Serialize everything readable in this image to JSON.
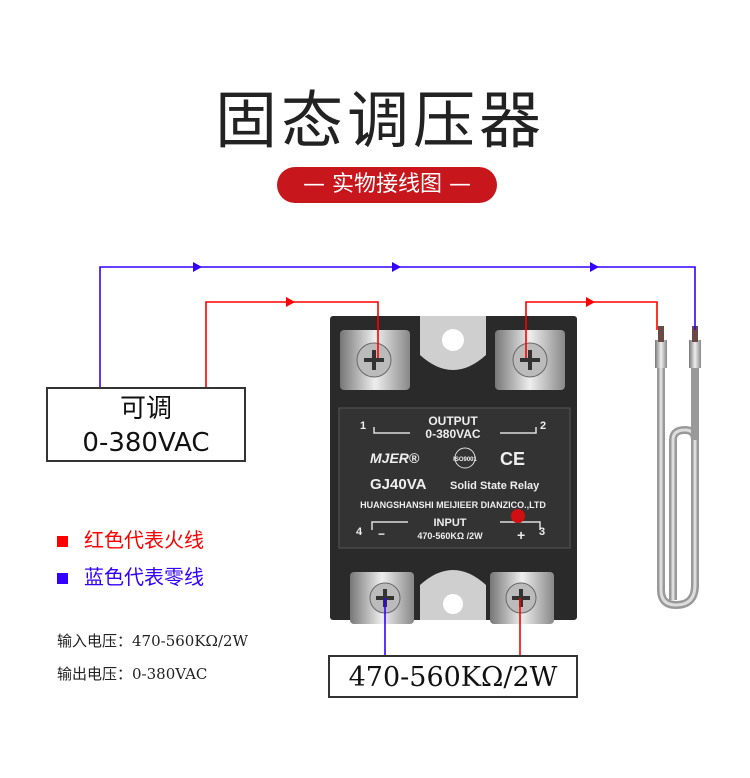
{
  "title": "固态调压器",
  "subtitle": "— 实物接线图 —",
  "adjust_box": {
    "line1": "可调",
    "line2": "0-380VAC"
  },
  "legend": [
    {
      "label": "红色代表火线",
      "color": "#ff0000"
    },
    {
      "label": "蓝色代表零线",
      "color": "#3300ff"
    }
  ],
  "specs": [
    {
      "label": "输入电压：",
      "value": "470-560KΩ/2W"
    },
    {
      "label": "输出电压：",
      "value": "0-380VAC"
    }
  ],
  "input_box": "470-560KΩ/2W",
  "relay": {
    "output_label": "OUTPUT",
    "output_range": "0-380VAC",
    "terminal_1": "1",
    "terminal_2": "2",
    "terminal_3": "3",
    "terminal_4": "4",
    "brand": "MJER®",
    "cert": "ISO9001",
    "ce": "CE",
    "model": "GJ40VA",
    "type": "Solid State Relay",
    "maker": "HUANGSHANSHI MEIJIEER DIANZICO.,LTD",
    "input_label": "INPUT",
    "input_range": "470-560KΩ /2W",
    "minus": "−",
    "plus": "+"
  },
  "colors": {
    "live": "#ff0000",
    "neutral": "#3300ff",
    "accent": "#c8161d"
  }
}
